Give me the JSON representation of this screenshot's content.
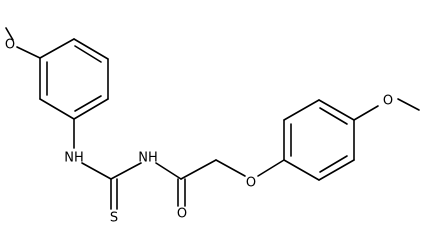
{
  "structure": {
    "atoms": {
      "O_methoxy_left": "O",
      "NH_aniline": "NH",
      "NH_amide": "NH",
      "S_thio": "S",
      "O_carbonyl": "O",
      "O_ether": "O",
      "O_methoxy_right": "O"
    }
  }
}
